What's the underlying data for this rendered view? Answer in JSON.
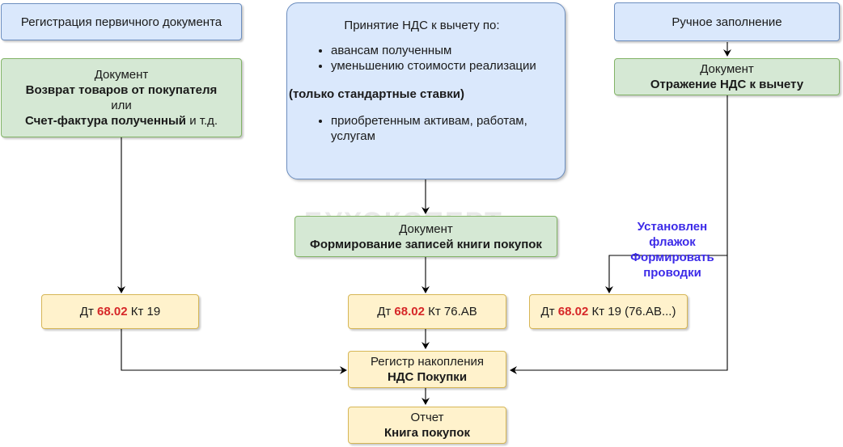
{
  "watermark": "БУХЭКСПЕРТ",
  "left": {
    "header": "Регистрация первичного документа",
    "doc_caption": "Документ",
    "doc_name1": "Возврат товаров от покупателя",
    "doc_or": "или",
    "doc_name2": "Счет-фактура полученный",
    "doc_suffix": " и т.д.",
    "entry_dt": "Дт ",
    "entry_acc": "68.02",
    "entry_kt": " Кт 19"
  },
  "center": {
    "header": "Принятие НДС к вычету по:",
    "items_a": [
      "авансам полученным",
      "уменьшению стоимости реализации"
    ],
    "note": "(только стандартные ставки)",
    "items_b": [
      "приобретенным активам, работам, услугам"
    ],
    "doc_caption": "Документ",
    "doc_name": "Формирование записей книги покупок",
    "entry_dt": "Дт ",
    "entry_acc": "68.02",
    "entry_kt": " Кт 76.АВ"
  },
  "right": {
    "header": "Ручное заполнение",
    "doc_caption": "Документ",
    "doc_name": "Отражение НДС к вычету",
    "condition": [
      "Установлен",
      "флажок",
      "Формировать",
      "проводки"
    ],
    "entry_dt": "Дт ",
    "entry_acc": "68.02",
    "entry_kt": " Кт 19 (76.АВ...)"
  },
  "register": {
    "caption": "Регистр накопления",
    "name": "НДС Покупки"
  },
  "report": {
    "caption": "Отчет",
    "name": "Книга покупок"
  },
  "colors": {
    "blue_fill": "#dae8fc",
    "green_fill": "#d5e8d4",
    "yellow_fill": "#fff2cc",
    "red_accent": "#d62728",
    "purple_text": "#3d2be8"
  }
}
